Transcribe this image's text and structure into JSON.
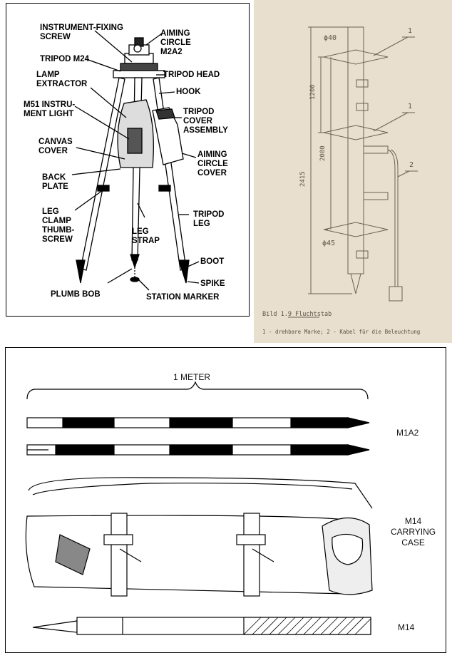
{
  "tripod_diagram": {
    "labels": {
      "instrument_fixing_screw": "INSTRUMENT-FIXING\nSCREW",
      "aiming_circle": "AIMING\nCIRCLE\nM2A2",
      "tripod_m24": "TRIPOD M24",
      "tripod_head": "TRIPOD HEAD",
      "lamp_extractor": "LAMP\nEXTRACTOR",
      "hook": "HOOK",
      "m51_light": "M51 INSTRU-\nMENT LIGHT",
      "tripod_cover_assembly": "TRIPOD\nCOVER\nASSEMBLY",
      "canvas_cover": "CANVAS\nCOVER",
      "aiming_circle_cover": "AIMING\nCIRCLE\nCOVER",
      "back_plate": "BACK\nPLATE",
      "leg_clamp_thumbscrew": "LEG\nCLAMP\nTHUMB-\nSCREW",
      "tripod_leg": "TRIPOD\nLEG",
      "leg_strap": "LEG\nSTRAP",
      "boot": "BOOT",
      "spike": "SPIKE",
      "plumb_bob": "PLUMB BOB",
      "station_marker": "STATION MARKER"
    }
  },
  "fluchtstab_drawing": {
    "dimensions": {
      "d40": "ϕ40",
      "d45": "ϕ45",
      "l1200": "1200",
      "l2000": "2000",
      "l2415": "2415"
    },
    "callouts": {
      "c1a": "1",
      "c1b": "1",
      "c2": "2"
    },
    "caption_title": "Bild 1.9 Fluchtstab",
    "caption_legend": "1 - drehbare Marke; 2 - Kabel für die Beleuchtung"
  },
  "stakes_diagram": {
    "meter_label": "1 METER",
    "m1a2_label": "M1A2",
    "case_label": "M14\nCARRYING\nCASE",
    "m14_label": "M14"
  },
  "colors": {
    "paper": "#e9dfcf",
    "ink": "#000000",
    "pencil": "#6b6254"
  }
}
